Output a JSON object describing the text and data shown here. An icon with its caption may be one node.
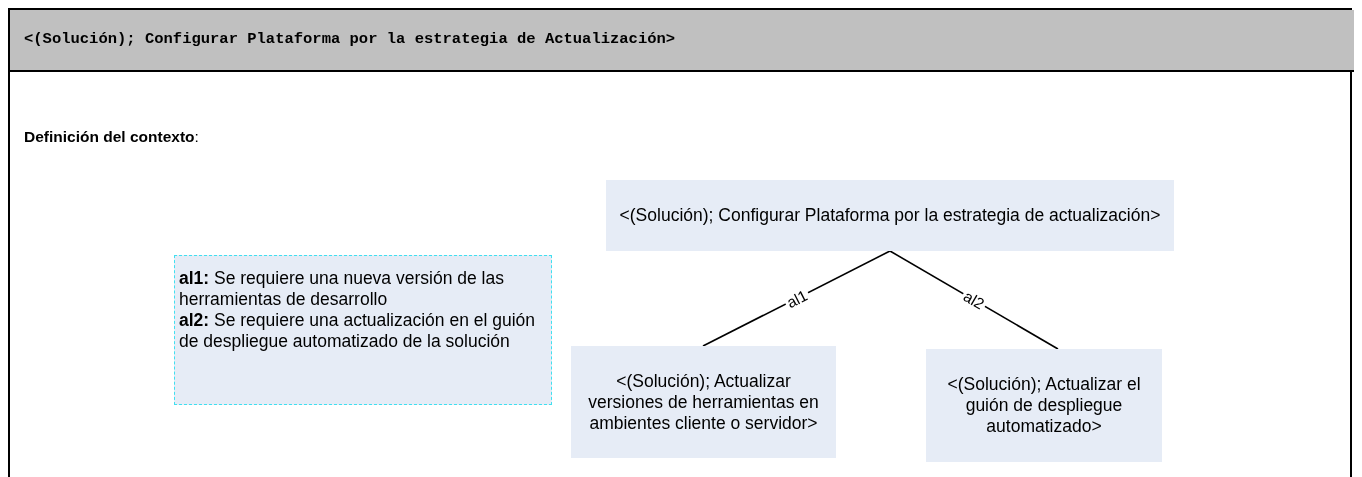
{
  "diagram": {
    "title": "<(Solución); Configurar Plataforma por la estrategia de Actualización>",
    "nodes": [
      {
        "text": [
          "<(Solución); Configurar Plataforma por la estrategia de actualización>"
        ]
      },
      {
        "text": [
          "<(Solución); Actualizar versiones de herramientas en ambientes cliente o servidor>"
        ]
      },
      {
        "text": [
          "<(Solución); Actualizar el guión de despliegue automatizado>"
        ]
      },
      {
        "text": [
          "**al1:** Se requiere una nueva versión de las herramientas de desarrollo",
          "**al2:** Se requiere una actualización en el guión de despliegue automatizado de la solución"
        ]
      }
    ],
    "edges": [
      {
        "from": 0,
        "to": 1,
        "arrow": "none",
        "label": "al1"
      },
      {
        "from": 0,
        "to": 2,
        "arrow": "none",
        "label": "al2"
      }
    ],
    "labels": [
      "**Definición del contexto**:"
    ]
  }
}
